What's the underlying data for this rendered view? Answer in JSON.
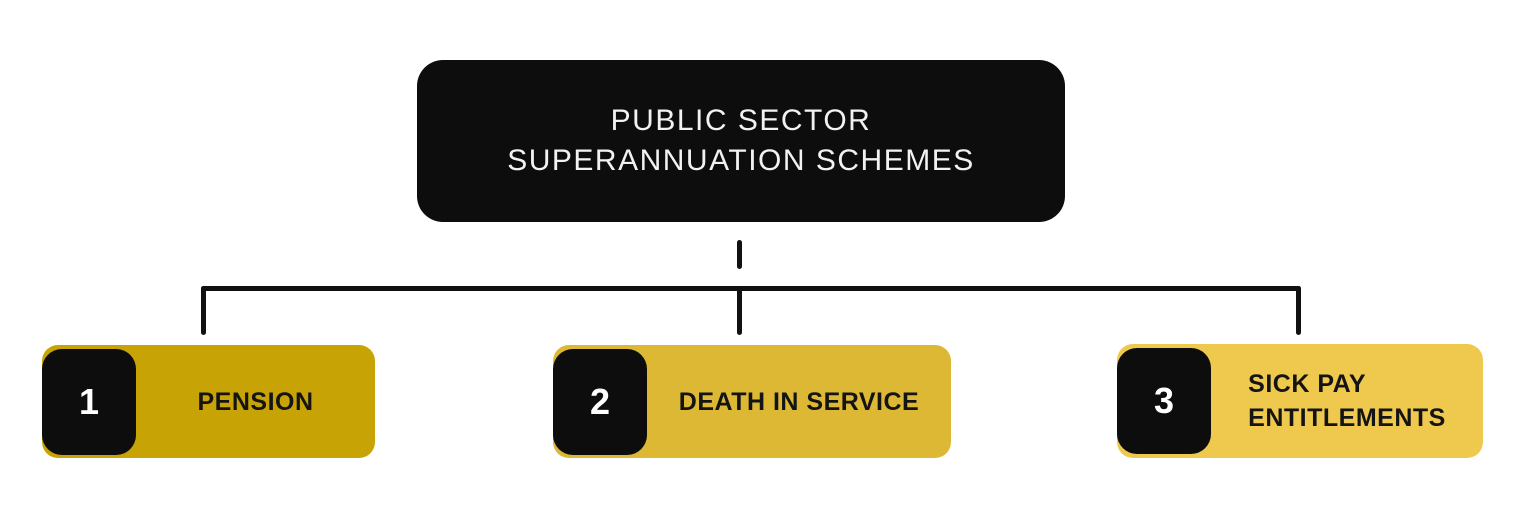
{
  "root": {
    "title_lines": [
      "PUBLIC SECTOR",
      "SUPERANNUATION SCHEMES"
    ]
  },
  "children": [
    {
      "number": "1",
      "label": "PENSION",
      "color": "#C8A305"
    },
    {
      "number": "2",
      "label": "DEATH IN SERVICE",
      "color": "#DDB834"
    },
    {
      "number": "3",
      "label": "SICK PAY\nENTITLEMENTS",
      "color": "#EFC94D"
    }
  ],
  "colors": {
    "node_black": "#0D0D0D",
    "line": "#111111",
    "background": "#FFFFFF",
    "root_text": "#F2F2F2",
    "child_text": "#141414",
    "badge_text": "#FFFFFF"
  }
}
